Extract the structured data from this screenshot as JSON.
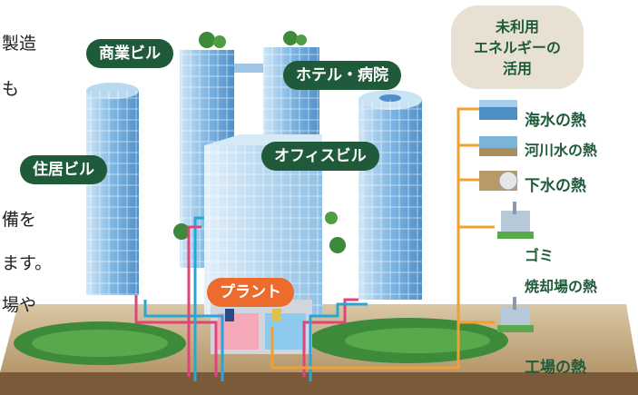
{
  "side_text": [
    "製造",
    "も",
    "備を",
    "ます。",
    "場や"
  ],
  "buildings": {
    "commercial": "商業ビル",
    "hotel_hospital": "ホテル・病院",
    "residential": "住居ビル",
    "office": "オフィスビル",
    "plant": "プラント"
  },
  "unused_energy": {
    "title_lines": [
      "未利用",
      "エネルギーの",
      "活用"
    ],
    "sources": [
      "海水の熱",
      "河川水の熱",
      "下水の熱",
      "ゴミ",
      "焼却場の熱",
      "工場の熱"
    ]
  },
  "colors": {
    "label_green": "#1f5a3a",
    "plant_orange": "#ec6b2d",
    "pipe_orange": "#f0a030",
    "pipe_red": "#e0457a",
    "pipe_blue": "#2aa5d8"
  }
}
